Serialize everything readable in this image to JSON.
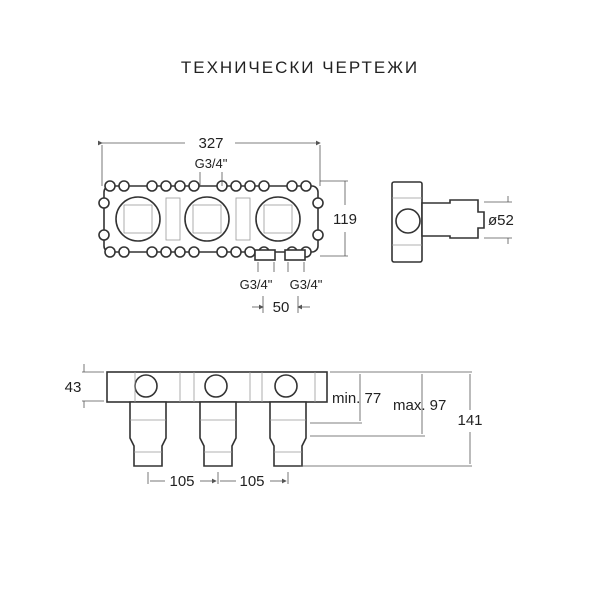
{
  "title": "ТЕХНИЧЕСКИ ЧЕРТЕЖИ",
  "top_view": {
    "width_label": "327",
    "height_label": "119",
    "inlet_top_label": "G3/4\"",
    "outlet_left_label": "G3/4\"",
    "outlet_right_label": "G3/4\"",
    "outlet_spacing_label": "50"
  },
  "side_view": {
    "diameter_label": "ø52"
  },
  "front_view": {
    "depth_label": "43",
    "min_label": "min. 77",
    "max_label": "max. 97",
    "total_label": "141",
    "spacing_left_label": "105",
    "spacing_right_label": "105"
  }
}
